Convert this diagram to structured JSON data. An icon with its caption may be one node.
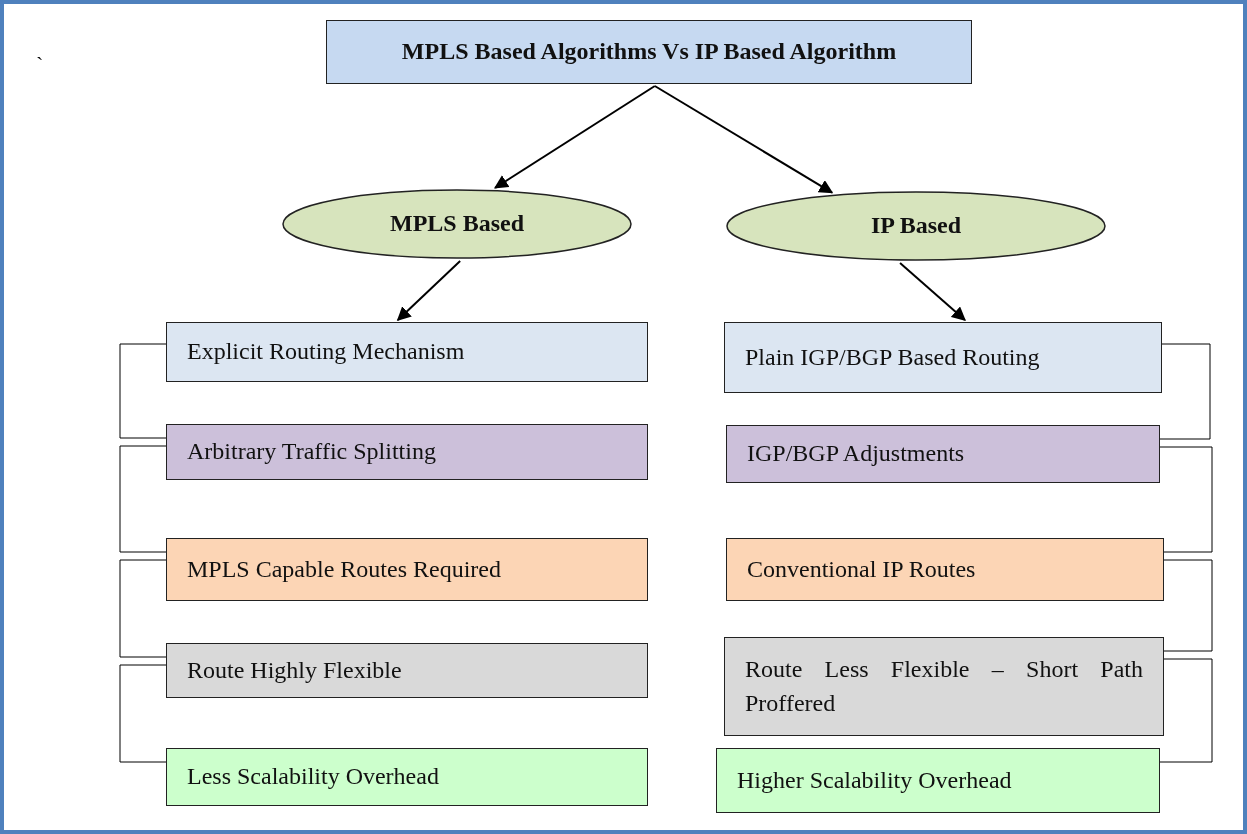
{
  "diagram": {
    "nodes": [
      {
        "text": [
          "MPLS Based Algorithms Vs IP Based Algorithm"
        ]
      },
      {
        "text": [
          "MPLS Based"
        ]
      },
      {
        "text": [
          "IP Based"
        ]
      },
      {
        "text": [
          "Explicit Routing Mechanism"
        ]
      },
      {
        "text": [
          "Arbitrary Traffic Splitting"
        ]
      },
      {
        "text": [
          "MPLS Capable Routes Required"
        ]
      },
      {
        "text": [
          "Route Highly Flexible"
        ]
      },
      {
        "text": [
          "Less Scalability Overhead"
        ]
      },
      {
        "text": [
          "Plain IGP/BGP Based Routing"
        ]
      },
      {
        "text": [
          "IGP/BGP Adjustments"
        ]
      },
      {
        "text": [
          "Conventional IP Routes"
        ]
      },
      {
        "text": [
          "Route Less Flexible – Short Path Proffered"
        ]
      },
      {
        "text": [
          "Higher Scalability Overhead"
        ]
      }
    ],
    "edges": [
      {
        "from": 0,
        "to": 1,
        "arrow": "to"
      },
      {
        "from": 0,
        "to": 2,
        "arrow": "to"
      },
      {
        "from": 1,
        "to": 3,
        "arrow": "to"
      },
      {
        "from": 2,
        "to": 8,
        "arrow": "to"
      },
      {
        "from": 3,
        "to": 4,
        "arrow": "none"
      },
      {
        "from": 4,
        "to": 5,
        "arrow": "none"
      },
      {
        "from": 5,
        "to": 6,
        "arrow": "none"
      },
      {
        "from": 6,
        "to": 7,
        "arrow": "none"
      },
      {
        "from": 8,
        "to": 9,
        "arrow": "none"
      },
      {
        "from": 9,
        "to": 10,
        "arrow": "none"
      },
      {
        "from": 10,
        "to": 11,
        "arrow": "none"
      },
      {
        "from": 11,
        "to": 12,
        "arrow": "none"
      }
    ],
    "labels": [
      "`"
    ]
  }
}
